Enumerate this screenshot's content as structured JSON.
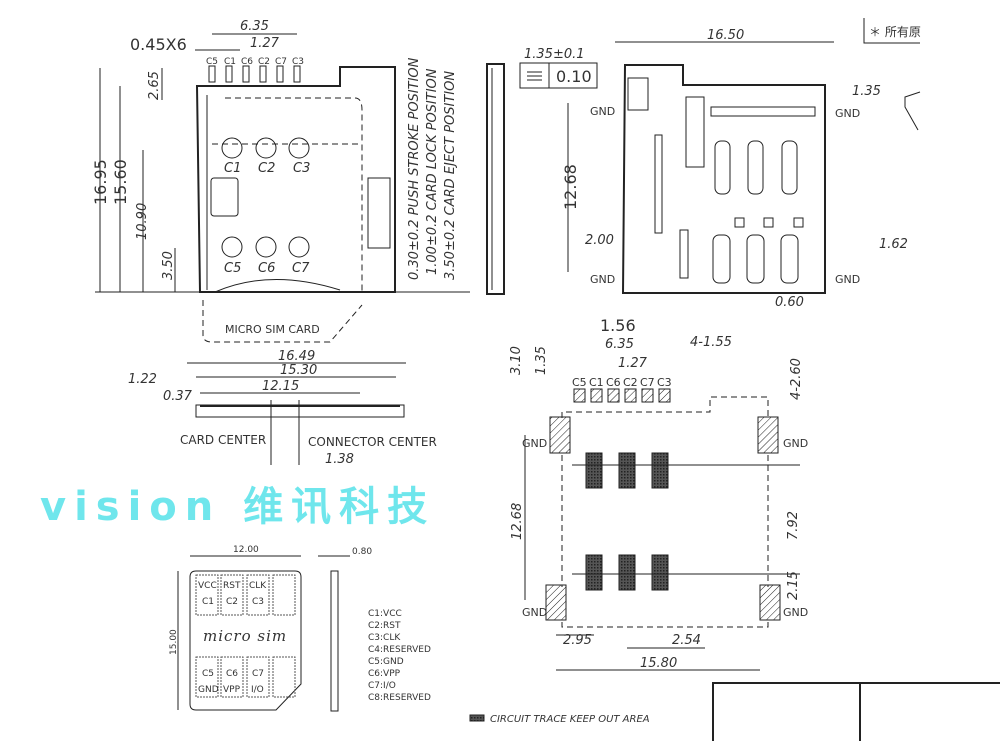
{
  "watermark": "vision 维讯科技",
  "top_view": {
    "pitch_count": "0.45X6",
    "span": "6.35",
    "pitch": "1.27",
    "pin_labels": [
      "C5",
      "C1",
      "C6",
      "C2",
      "C7",
      "C3"
    ],
    "contacts_top": [
      "C1",
      "C2",
      "C3"
    ],
    "contacts_bottom": [
      "C5",
      "C6",
      "C7"
    ],
    "height_total": "16.95",
    "height_body": "15.60",
    "height_contacts": "10.90",
    "height_c5": "3.50",
    "pin_len": "2.65",
    "positions": [
      "0.30±0.2 PUSH STROKE POSITION",
      "1.00±0.2 CARD LOCK POSITION",
      "3.50±0.2 CARD EJECT POSITION"
    ],
    "card_label": "MICRO SIM CARD"
  },
  "side_view": {
    "thickness": "1.35±0.1",
    "flatness": "0.10"
  },
  "right_view": {
    "width": "16.50",
    "pitch_y": "12.68",
    "gnd_offset": "2.00",
    "gnd_right": "1.62",
    "gnd_right_offset": "0.60",
    "top_offset": "1.35",
    "gnd": "GND",
    "note": "＊ 所有原"
  },
  "front_view": {
    "w1": "16.49",
    "w2": "15.30",
    "w3": "12.15",
    "h1": "1.22",
    "h2": "0.37",
    "card_center": "CARD CENTER",
    "connector_center": "CONNECTOR CENTER",
    "offset": "1.38"
  },
  "footprint": {
    "d156": "1.56",
    "d635": "6.35",
    "d127": "1.27",
    "d155": "4-1.55",
    "d310": "3.10",
    "d135": "1.35",
    "d260": "4-2.60",
    "pad_labels": [
      "C5",
      "C1",
      "C6",
      "C2",
      "C7",
      "C3"
    ],
    "gnd": "GND",
    "d1268": "12.68",
    "d792": "7.92",
    "d215": "2.15",
    "d295": "2.95",
    "d254": "2.54",
    "d1580": "15.80",
    "legend": "CIRCUIT TRACE KEEP OUT AREA"
  },
  "micro_sim": {
    "width": "12.00",
    "thickness": "0.80",
    "height": "15.00",
    "logo": "micro sim",
    "top_pads": [
      [
        "VCC",
        "C1"
      ],
      [
        "RST",
        "C2"
      ],
      [
        "CLK",
        "C3"
      ]
    ],
    "bottom_pads": [
      [
        "C5",
        "GND"
      ],
      [
        "C6",
        "VPP"
      ],
      [
        "C7",
        "I/O"
      ]
    ],
    "legend": [
      "C1:VCC",
      "C2:RST",
      "C3:CLK",
      "C4:RESERVED",
      "C5:GND",
      "C6:VPP",
      "C7:I/O",
      "C8:RESERVED"
    ]
  }
}
